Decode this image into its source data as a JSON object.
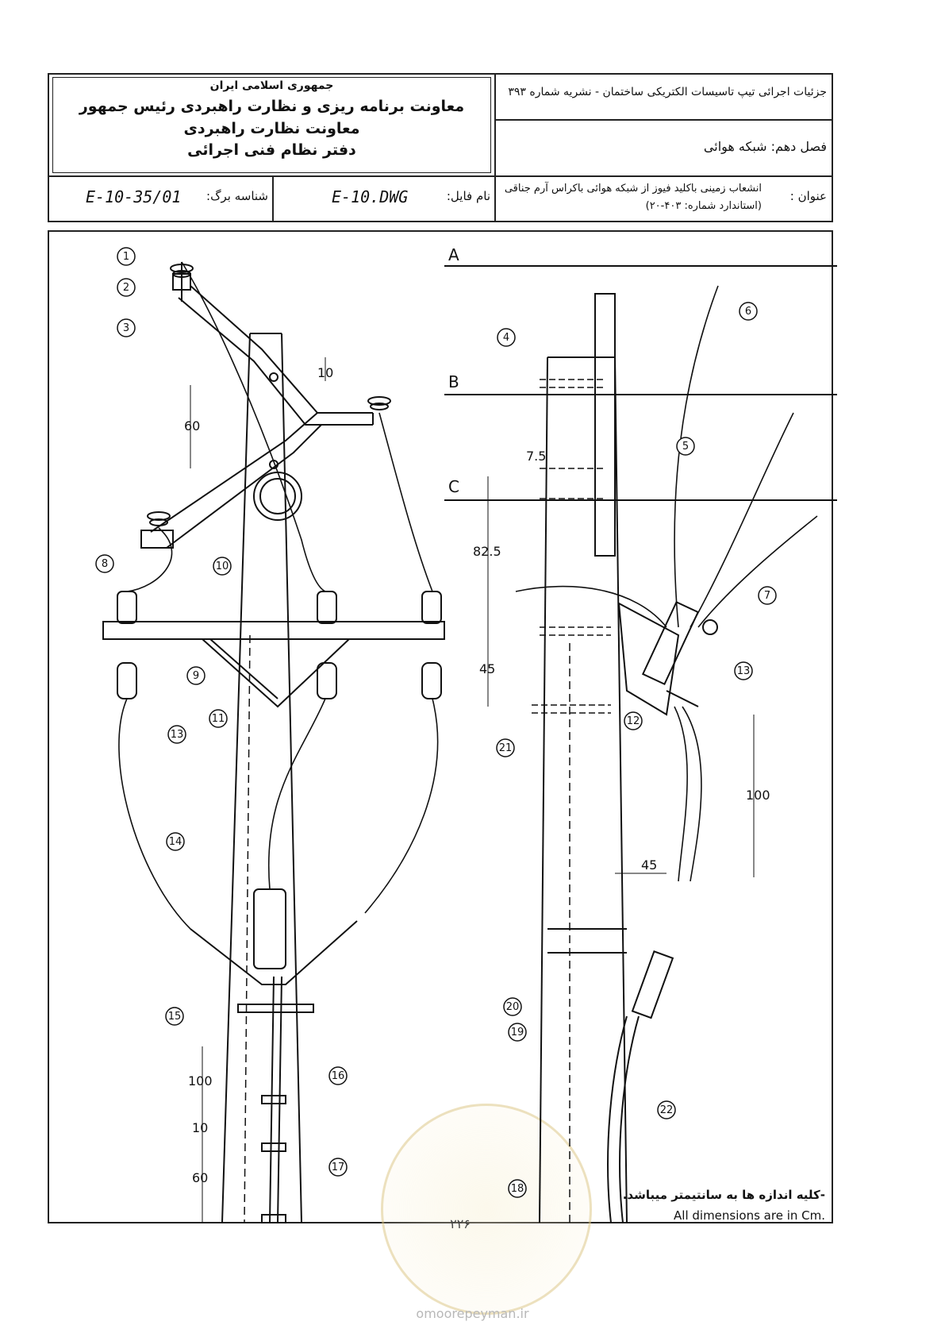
{
  "header": {
    "org_line1": "جمهوری اسلامی ایران",
    "org_line2": "معاونت برنامه ریزی و نظارت راهبردی رئیس جمهور",
    "org_line3": "معاونت نظارت راهبردی",
    "org_line4": "دفتر نظام فنی اجرائی",
    "publication": "جزئیات اجرائی تیپ تاسیسات الکتریکی ساختمان - نشریه شماره ۳۹۳",
    "chapter": "فصل دهم: شبکه هوائی",
    "sheet_label": "شناسه برگ:",
    "sheet_id": "E-10-35/01",
    "file_label": "نام فایل:",
    "file_name": "E-10.DWG",
    "title_label": "عنوان :",
    "title_line1": "انشعاب زمینی باکلید فیوز از شبکه هوائی باکراس آرم جناقی",
    "title_line2": "(استاندارد شماره: ۴۰۳-۲۰)"
  },
  "drawing": {
    "phase_labels": [
      "A",
      "B",
      "C"
    ],
    "callouts": [
      "1",
      "2",
      "3",
      "4",
      "5",
      "6",
      "7",
      "8",
      "9",
      "10",
      "11",
      "12",
      "13",
      "13",
      "14",
      "15",
      "16",
      "17",
      "18",
      "19",
      "20",
      "21",
      "22"
    ],
    "dimensions": [
      "10",
      "60",
      "7.5",
      "82.5",
      "45",
      "100",
      "45",
      "100",
      "10",
      "60"
    ],
    "note_fa": "-کلیه اندازه ها به سانتیمتر میباشد.",
    "note_en": "All dimensions are in Cm.",
    "page_number": "۲۲۶"
  },
  "watermark": {
    "url": "omoorepeyman.ir"
  }
}
